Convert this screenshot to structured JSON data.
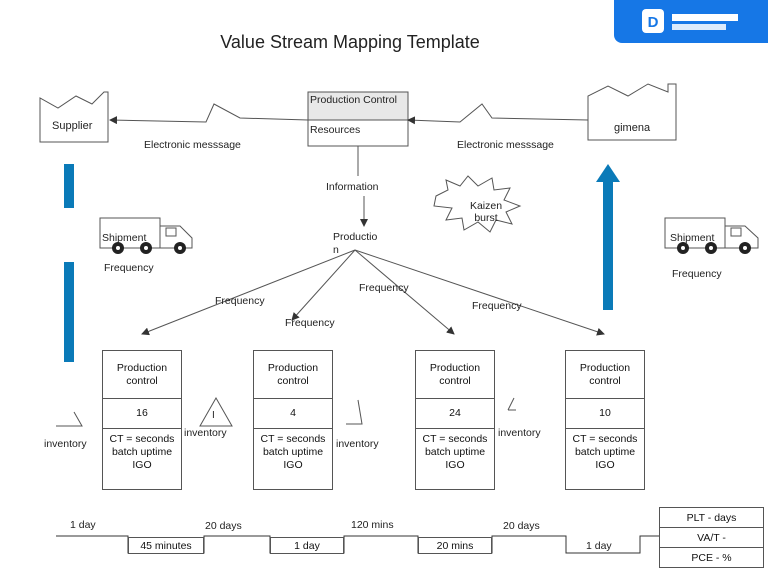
{
  "title": "Value Stream Mapping Template",
  "brand_color": "#1677e6",
  "accent_blue": "#0a7ab8",
  "supplier_label": "Supplier",
  "customer_label": "gimena",
  "production_control": {
    "line1": "Production Control",
    "line2": "Resources"
  },
  "electronic_left": "Electronic messsage",
  "electronic_right": "Electronic messsage",
  "information": "Information",
  "kaizen": "Kaizen burst",
  "production_node": {
    "line1": "Productio",
    "line2": "n"
  },
  "shipment_left": {
    "label": "Shipment",
    "freq": "Frequency"
  },
  "shipment_right": {
    "label": "Shipment",
    "freq": "Frequency"
  },
  "frequencies": [
    "Frequency",
    "Frequency",
    "Frequency",
    "Frequency"
  ],
  "processes": [
    {
      "header": "Production control",
      "value": "16",
      "details": "CT = seconds batch uptime IGO"
    },
    {
      "header": "Production control",
      "value": "4",
      "details": "CT = seconds batch uptime IGO"
    },
    {
      "header": "Production control",
      "value": "24",
      "details": "CT = seconds batch uptime IGO"
    },
    {
      "header": "Production control",
      "value": "10",
      "details": "CT = seconds batch uptime IGO"
    }
  ],
  "inventory_labels": [
    "inventory",
    "inventory",
    "inventory",
    "inventory"
  ],
  "inventory_symbol": "I",
  "timeline": {
    "top": [
      "1 day",
      "20 days",
      "120 mins",
      "20 days"
    ],
    "bottom": [
      "45 minutes",
      "1 day",
      "20 mins",
      "1 day"
    ]
  },
  "summary": [
    "PLT - days",
    "VA/T -",
    "PCE - %"
  ]
}
